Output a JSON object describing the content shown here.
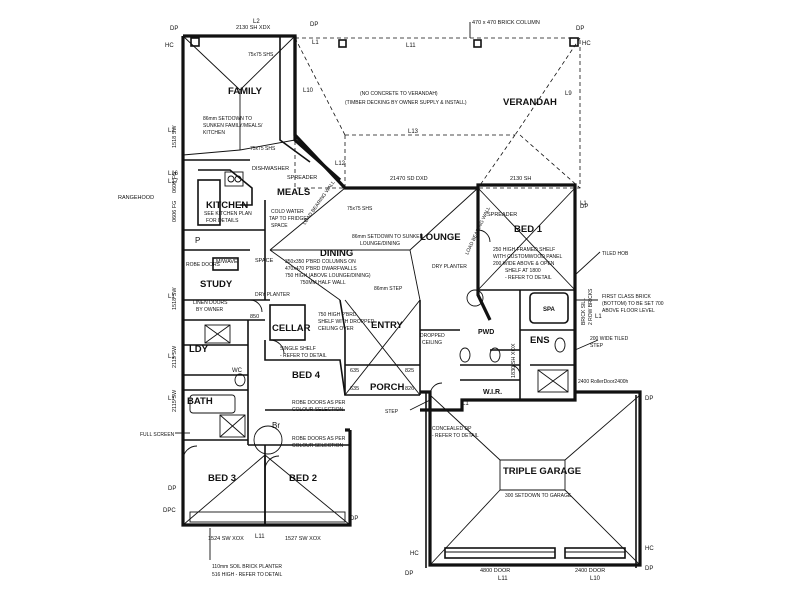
{
  "rooms": {
    "family": "FAMILY",
    "meals": "MEALS",
    "kitchen": "KITCHEN",
    "study": "STUDY",
    "dining": "DINING",
    "lounge": "LOUNGE",
    "verandah": "VERANDAH",
    "bed1": "BED 1",
    "bed2": "BED 2",
    "bed3": "BED 3",
    "bed4": "BED 4",
    "cellar": "CELLAR",
    "entry": "ENTRY",
    "porch": "PORCH",
    "garage": "TRIPLE GARAGE",
    "ldy": "LDY",
    "bath": "BATH",
    "ens": "ENS",
    "wir": "W.I.R.",
    "pwd": "PWD",
    "spa": "SPA",
    "p": "P",
    "wc": "WC",
    "br": "Br"
  },
  "notes": {
    "brick_column": "470 x 470 BRICK COLUMN",
    "no_concrete": "(NO CONCRETE TO VERANDAH)",
    "timber_decking": "(TIMBER DECKING BY OWNER SUPPLY & INSTALL)",
    "setdown_family_1": "86mm SETDOWN TO",
    "setdown_family_2": "SUNKEN FAMILY/MEALS/",
    "setdown_family_3": "KITCHEN",
    "shs_75_a": "75x75 SHS",
    "shs_75_b": "75x75 SHS",
    "shs_75_c": "75x75 SHS",
    "dishwasher": "DISHWASHER",
    "spreader_1": "SPREADER",
    "spreader_2": "SPREADER",
    "rangehood": "RANGEHOOD",
    "kitchen_plan_1": "SEE KITCHEN PLAN",
    "kitchen_plan_2": "FOR DETAILS",
    "cold_water_1": "COLD WATER",
    "cold_water_2": "TAP TO FRIDGE",
    "cold_water_3": "SPACE",
    "setdown_lounge_1": "86mm SETDOWN TO SUNKEN",
    "setdown_lounge_2": "LOUNGE/DINING",
    "columns_1": "350x350 P'BRD COLUMNS ON",
    "columns_2": "470x470 P'BRD DWARFWALLS",
    "columns_3": "750 HIGH (ABOVE LOUNGE/DINING)",
    "columns_4": "750MM HALF WALL",
    "mwave": "M/WAVE",
    "robe_doors_1": "ROBE DOORS",
    "space": "SPACE",
    "linen_doors_1": "LINEN DOORS",
    "linen_doors_2": "BY OWNER",
    "dry_planter_1": "DRY PLANTER",
    "dry_planter_2": "DRY PLANTER",
    "step_1": "86mm STEP",
    "step_2": "STEP",
    "framed_shelf_1": "250 HIGH FRAMED SHELF",
    "framed_shelf_2": "WITH CUSTOMWOOD PANEL",
    "framed_shelf_3": "200 WIDE ABOVE & OPEN",
    "framed_shelf_4": "SHELF AT 1800",
    "framed_shelf_5": "- REFER TO DETAIL",
    "tiled_hob": "TILED HOB",
    "first_class_1": "FIRST CLASS BRICK",
    "first_class_2": "(BOTTOM) TO BE SET 700",
    "first_class_3": "ABOVE FLOOR LEVEL",
    "tiled_step_1": "200 WIDE TILED",
    "tiled_step_2": "STEP",
    "shelf_750_1": "750 HIGH P'BRD",
    "shelf_750_2": "SHELF WITH DROPPED",
    "shelf_750_3": "CEILING OVER",
    "dropped_ceiling_1": "DROPPED",
    "dropped_ceiling_2": "CEILING",
    "single_shelf_1": "SINGLE SHELF",
    "single_shelf_2": "- REFER TO DETAIL",
    "robe_colour_1": "ROBE DOORS AS PER",
    "robe_colour_2": "COLOUR SELECTION",
    "robe_colour_3": "ROBE DOORS AS PER",
    "robe_colour_4": "COLOUR SELECTION",
    "full_screen": "FULL SCREEN",
    "concealed_dp_1": "CONCEALED DP",
    "concealed_dp_2": "- REFER TO DETAIL",
    "setdown_garage": "300 SETDOWN TO GARAGE",
    "roller_door": "2400 RollerDoor2400h",
    "soil_planter_1": "110mm SOIL BRICK PLANTER",
    "soil_planter_2": "516 HIGH - REFER TO DETAIL",
    "load_bearing_1": "LOAD BEARING WALL",
    "load_bearing_2": "LOAD BEARING WALL",
    "brick_sill_1": "BRICK SILL",
    "brick_sill_2": "2 ROW BRICKS"
  },
  "dims": {
    "top_window": "2130 SH XDX",
    "lounge_window": "21470 SD DXD",
    "bed1_window": "2130 SH",
    "left_1": "1518 SW",
    "left_2": "0606 FG",
    "left_3": "0606 FG",
    "left_4": "1518 SW",
    "left_5": "2115 SW",
    "left_6": "2115 SW",
    "bottom_1": "1524 SW XOX",
    "bottom_2": "1527 SW XOX",
    "garage_1": "4800 DOOR",
    "garage_2": "2400 DOOR",
    "ens_window": "1830 SH XOX",
    "porch_w1": "635",
    "porch_w2": "635",
    "porch_w3": "825",
    "porch_w4": "826",
    "d850": "850"
  },
  "marks": {
    "dp": "DP",
    "hc": "HC",
    "dpc": "DPC",
    "l1": "L1",
    "l2": "L2",
    "l9": "L9",
    "l10": "L10",
    "l11": "L11",
    "l12": "L12",
    "l13": "L13",
    "l16": "L16",
    "l17": "L17",
    "l11b": "L11",
    "l1b": "L1",
    "l1c": "L1",
    "l1d": "L1",
    "l1e": "L1",
    "l1f": "L1",
    "l1g": "L1",
    "l1h": "L1",
    "l11c": "L11"
  }
}
